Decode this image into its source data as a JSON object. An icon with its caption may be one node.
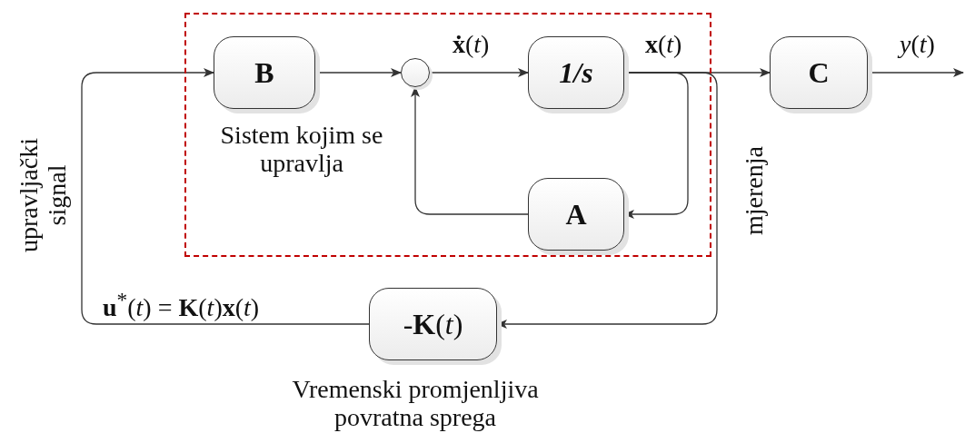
{
  "diagram": {
    "nodes": [
      {
        "text": [
          "Sistem kojim se upravlja"
        ]
      },
      {
        "text": [
          "B"
        ],
        "in": 0
      },
      {
        "text": [],
        "shape": "circle",
        "in": 0
      },
      {
        "text": [
          "1/s"
        ],
        "in": 0
      },
      {
        "text": [
          "A"
        ],
        "in": 0
      },
      {
        "text": [
          "C"
        ]
      },
      {
        "text": [
          "-**K**(*t*)"
        ],
        "beside": [
          "Vremenski promjenljiva povratna sprega"
        ]
      }
    ],
    "edges": [
      {
        "from": 1,
        "to": 2,
        "arrow": "to"
      },
      {
        "from": 2,
        "to": 3,
        "arrow": "to",
        "label": "**ẋ**(*t*)"
      },
      {
        "from": 3,
        "to": 5,
        "arrow": "to",
        "label": "**x**(*t*)"
      },
      {
        "from": 3,
        "to": 4,
        "arrow": "to"
      },
      {
        "from": 4,
        "to": 2,
        "arrow": "to"
      },
      {
        "from": 3,
        "to": 6,
        "arrow": "to",
        "label": "mjerenja"
      },
      {
        "from": 6,
        "to": 1,
        "arrow": "to",
        "label": "**u**$^{*}$(*t*) = **K**(*t*)**x**(*t*)"
      },
      {
        "from": 5,
        "to": null,
        "arrow": "to",
        "label": "*y*(*t*)"
      }
    ],
    "labels": [
      "upravljački signal"
    ]
  }
}
